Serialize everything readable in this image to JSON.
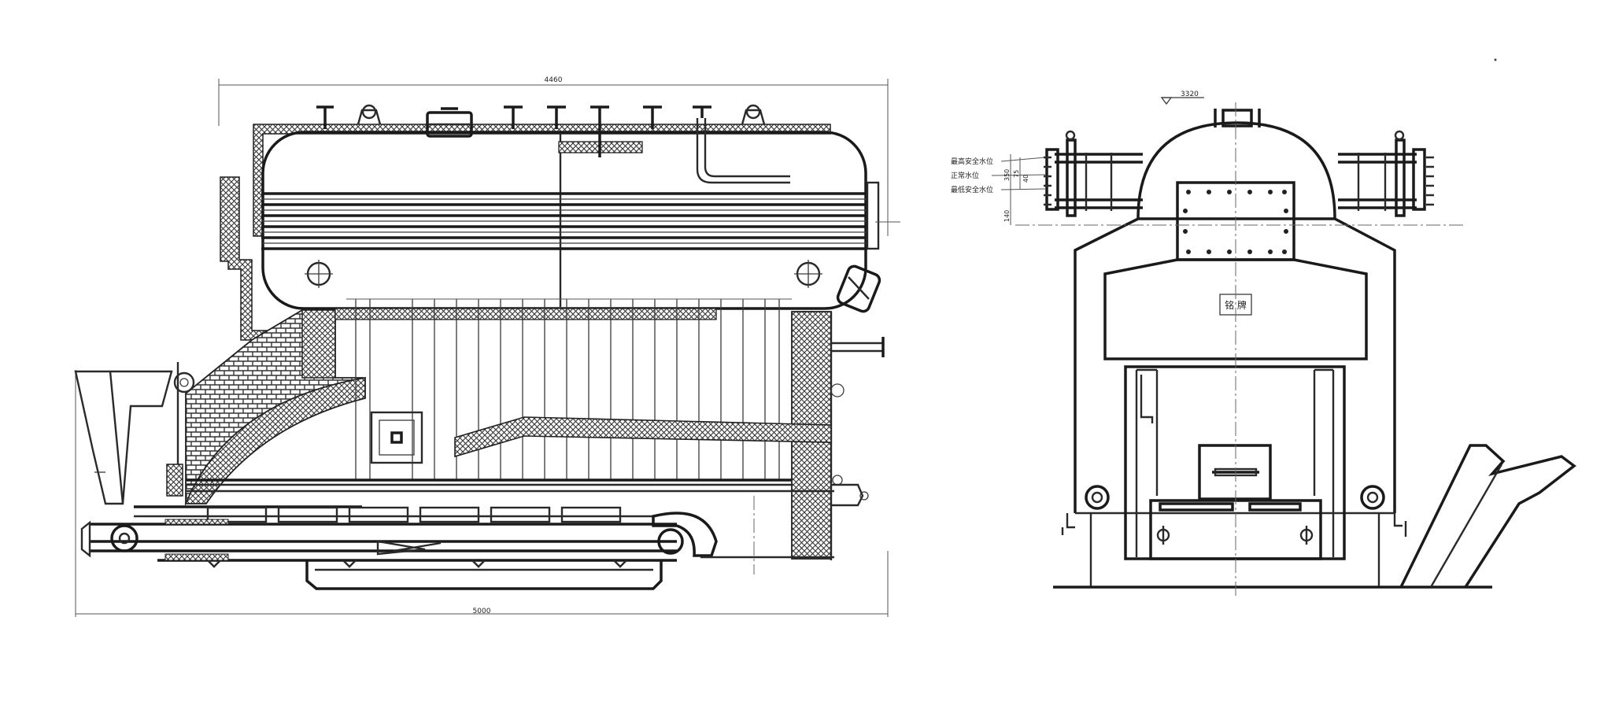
{
  "side_view": {
    "dim_top": "4460",
    "dim_bottom": "5000"
  },
  "front_view": {
    "elevation": "3320",
    "water_levels": [
      "最高安全水位",
      "正常水位",
      "最低安全水位"
    ],
    "dim_values": [
      "350",
      "75",
      "40",
      "140"
    ],
    "nameplate": "铭 牌"
  }
}
